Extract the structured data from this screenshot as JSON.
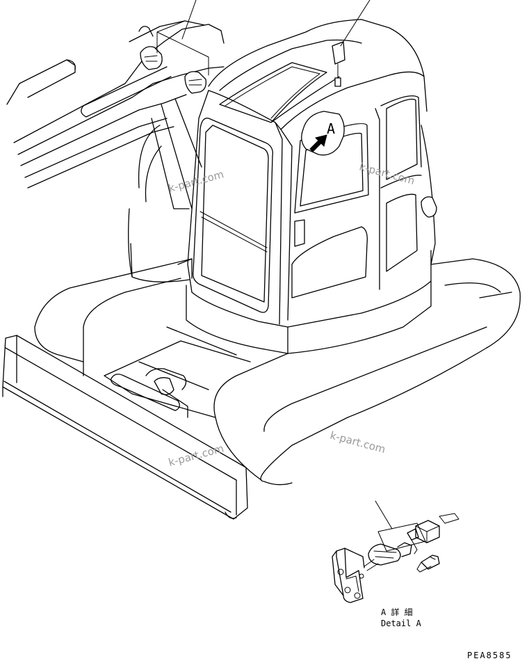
{
  "callout_label": "A",
  "detail_caption": {
    "japanese": "A 詳 細",
    "english": "Detail A"
  },
  "drawing_number": "PEA8585",
  "watermarks": [
    "k-part.com",
    "k-part.com",
    "k-part.com",
    "k-part.com"
  ],
  "colors": {
    "ink": "#000000",
    "paper": "#ffffff",
    "watermark": "#9a9a9a"
  }
}
